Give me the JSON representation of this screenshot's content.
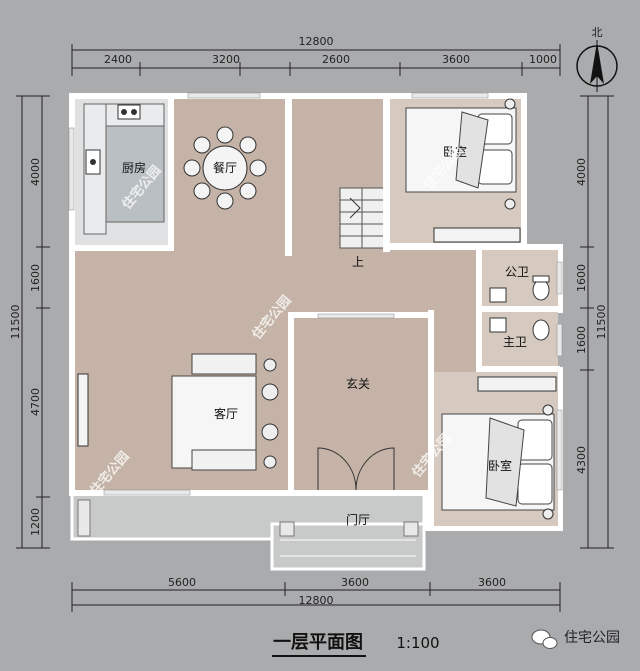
{
  "plan": {
    "title": "一层平面图",
    "scale": "1:100",
    "north_label": "北",
    "top_total": "12800",
    "top_dims": [
      "2400",
      "3200",
      "2600",
      "3600",
      "1000"
    ],
    "bottom_total": "12800",
    "bottom_dims": [
      "5600",
      "3600",
      "3600"
    ],
    "left_total": "11500",
    "left_dims": [
      "4000",
      "1600",
      "4700",
      "1200"
    ],
    "right_total": "11500",
    "right_dims": [
      "4000",
      "1600",
      "1600",
      "4300"
    ],
    "rooms": {
      "kitchen": "厨房",
      "dining": "餐厅",
      "bedroom_ne": "卧室",
      "bath_public": "公卫",
      "bath_master": "主卫",
      "living": "客厅",
      "foyer": "玄关",
      "bedroom_se": "卧室",
      "porch": "门厅",
      "stair_up": "上"
    },
    "watermark": "住宅公园",
    "brand": "住宅公园"
  },
  "colors": {
    "background": "#a9abad",
    "floor": "#c4b3a6",
    "bedroom_floor": "#d6c9bf",
    "kitchen_floor": "#dfe1e2",
    "wall": "#ffffff",
    "porch": "#c8c9c9"
  }
}
